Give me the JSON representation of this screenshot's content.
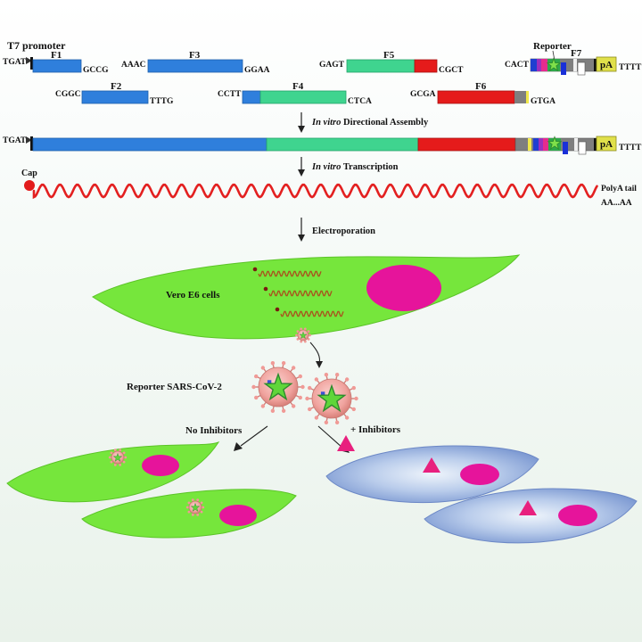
{
  "fragments": {
    "promoter_label": "T7 promoter",
    "reporter_label": "Reporter",
    "f1": {
      "name": "F1",
      "left": "TGAT",
      "right": "GCCG"
    },
    "f2": {
      "name": "F2",
      "left": "CGGC",
      "right": "TTTG"
    },
    "f3": {
      "name": "F3",
      "left": "AAAC",
      "right": "GGAA"
    },
    "f4": {
      "name": "F4",
      "left": "CCTT",
      "right": "CTCA"
    },
    "f5": {
      "name": "F5",
      "left": "GAGT",
      "right": "CGCT"
    },
    "f6": {
      "name": "F6",
      "left": "GCGA",
      "right": "GTGA"
    },
    "f7": {
      "name": "F7",
      "left": "CACT",
      "right": "TTTT",
      "polya_box": "pA"
    }
  },
  "assembly": {
    "left": "TGAT",
    "right": "TTTT",
    "polya_box": "pA"
  },
  "steps": {
    "assembly_prefix": "In vitro",
    "assembly_suffix": " Directional Assembly",
    "transcription_prefix": "In vitro",
    "transcription_suffix": " Transcription",
    "electroporation": "Electroporation"
  },
  "rna": {
    "cap": "Cap",
    "polya_tail": "PolyA tail",
    "polya_seq": "AA...AA"
  },
  "cells": {
    "label": "Vero E6 cells"
  },
  "virus": {
    "label": "Reporter SARS-CoV-2"
  },
  "outcomes": {
    "no_inhibitors": "No Inhibitors",
    "with_inhibitors": "+ Inhibitors"
  },
  "colors": {
    "f1_f3_blue": "#2f7fdc",
    "f4_f5_green": "#3fd48f",
    "f5_f6_red": "#e51b1b",
    "cell_green": "#76e63c",
    "nucleus": "#e6149b",
    "rna_red": "#e32020",
    "inhibitor": "#e8207e",
    "cell_blue": "#7f9fd8"
  }
}
